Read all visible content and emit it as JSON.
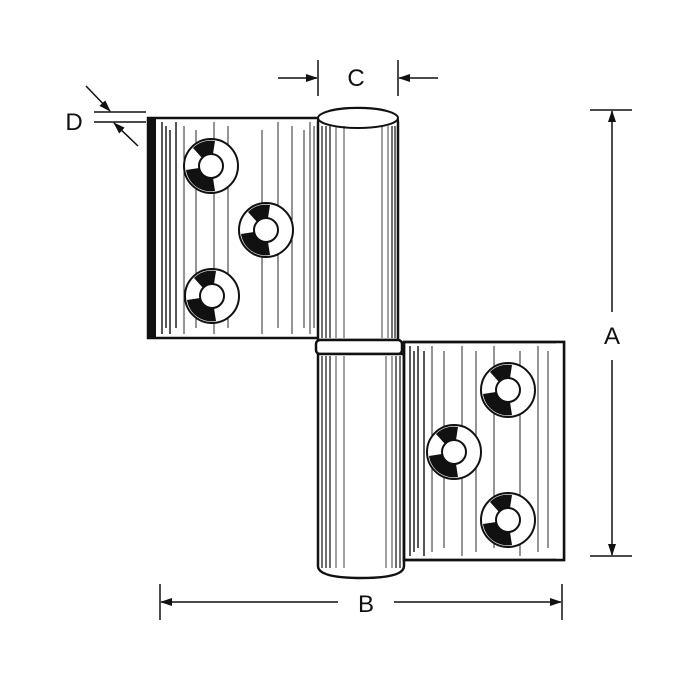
{
  "diagram": {
    "labels": {
      "a": "A",
      "b": "B",
      "c": "C",
      "d": "D"
    },
    "colors": {
      "line": "#111111",
      "background": "#ffffff",
      "screw_fill": "#111111"
    },
    "icons": [
      "lift-off-hinge-drawing",
      "dimension-arrow"
    ]
  }
}
